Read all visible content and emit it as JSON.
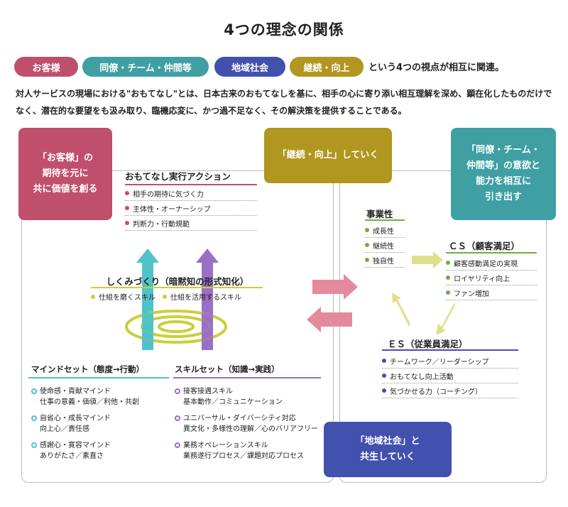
{
  "title": "4つの理念の関係",
  "pills": [
    {
      "label": "お客様",
      "color": "#c04f6e"
    },
    {
      "label": "同僚・チーム・仲間等",
      "color": "#3f9fa3"
    },
    {
      "label": "地域社会",
      "color": "#4250ae"
    },
    {
      "label": "継続・向上",
      "color": "#b1961f"
    }
  ],
  "pills_text": "という4つの視点が相互に関連。",
  "description": "対人サービスの現場における\"おもてなし\"とは、日本古来のおもてなしを基に、相手の心に寄り添い相互理解を深め、顕在化したものだけでなく、潜在的な要望をも汲み取り、臨機応変に、かつ過不足なく、その解決策を提供することである。",
  "corners": {
    "customer": "「お客様」の\n期待を元に\n共に価値を創る",
    "continuity": "「継続・向上」していく",
    "colleagues": "「同僚・チーム・\n仲間等」の意欲と\n能力を相互に\n引き出す",
    "community": "「地域社会」と\n共生していく"
  },
  "omotenashi": {
    "title": "おもてなし実行アクション",
    "items": [
      "相手の期待に気づく力",
      "主体性・オーナーシップ",
      "判断力・行動規範"
    ]
  },
  "shikumi": {
    "title": "しくみづくり（暗黙知の形式知化）",
    "items": [
      "仕組を磨くスキル",
      "仕組を活用するスキル"
    ]
  },
  "mindset": {
    "title": "マインドセット（態度→行動）",
    "items": [
      {
        "main": "使命感・貢献マインド",
        "sub": "仕事の意義・価値／利他・共創"
      },
      {
        "main": "自省心・成長マインド",
        "sub": "向上心／責任感"
      },
      {
        "main": "感謝心・寛容マインド",
        "sub": "ありがたさ／素直さ"
      }
    ]
  },
  "skillset": {
    "title": "スキルセット（知識→実践）",
    "items": [
      {
        "main": "接客接遇スキル",
        "sub": "基本動作／コミュニケーション"
      },
      {
        "main": "ユニバーサル・ダイバーシティ対応",
        "sub": "異文化・多様性の理解／心のバリアフリー"
      },
      {
        "main": "業務オペレーションスキル",
        "sub": "業務遂行プロセス／課題対応プロセス"
      }
    ]
  },
  "business": {
    "title": "事業性",
    "items": [
      "成長性",
      "継続性",
      "独自性"
    ]
  },
  "cs": {
    "title": "ＣＳ（顧客満足）",
    "items": [
      "顧客感動満足の実現",
      "ロイヤリティ向上",
      "ファン増加"
    ]
  },
  "es": {
    "title": "ＥＳ（従業員満足）",
    "items": [
      "チームワーク／リーダーシップ",
      "おもてなし向上活動",
      "気づかせる力（コーチング）"
    ]
  },
  "colors": {
    "pink": "#c04f6e",
    "teal": "#3f9fa3",
    "navy": "#4250ae",
    "gold": "#b1961f",
    "green": "#6fae3d",
    "lime": "#c9cf3a",
    "purple": "#9b6fc6",
    "cyan": "#4fc3c9",
    "arrowpink": "#e58a9c"
  }
}
